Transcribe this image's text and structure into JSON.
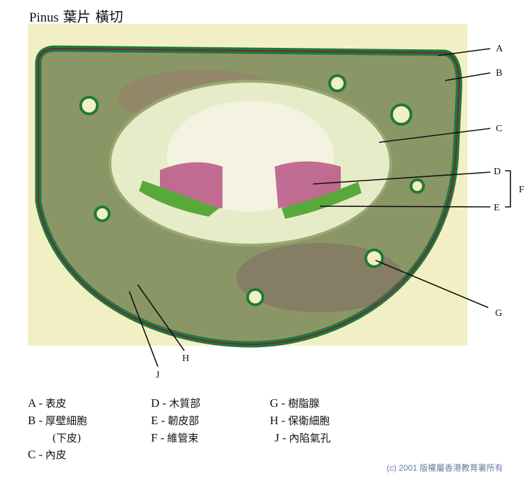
{
  "title": {
    "latin": "Pinus",
    "chinese": "葉片 橫切"
  },
  "labels": {
    "A": "A",
    "B": "B",
    "C": "C",
    "D": "D",
    "E": "E",
    "F": "F",
    "G": "G",
    "H": "H",
    "J": "J"
  },
  "legend": [
    {
      "key": "A -",
      "text": "表皮"
    },
    {
      "key": "B -",
      "text": "厚壁細胞"
    },
    {
      "key": "",
      "text": "(下皮)"
    },
    {
      "key": "C -",
      "text": "內皮"
    },
    {
      "key": "D -",
      "text": "木質部"
    },
    {
      "key": "E -",
      "text": "韌皮部"
    },
    {
      "key": "F -",
      "text": "維管束"
    },
    {
      "key": "G -",
      "text": "樹脂腺"
    },
    {
      "key": "H -",
      "text": "保衛細胞"
    },
    {
      "key": "J -",
      "text": "內陷氣孔"
    }
  ],
  "copyright": "(c) 2001 版權屬香港教育署所有",
  "colors": {
    "background": "#f3efc4",
    "epidermis": "#1f7a34",
    "mesophyll": "#7a8f5a",
    "vascular": "#e9eed0",
    "xylem": "#b0407a",
    "phloem": "#59a83a"
  }
}
